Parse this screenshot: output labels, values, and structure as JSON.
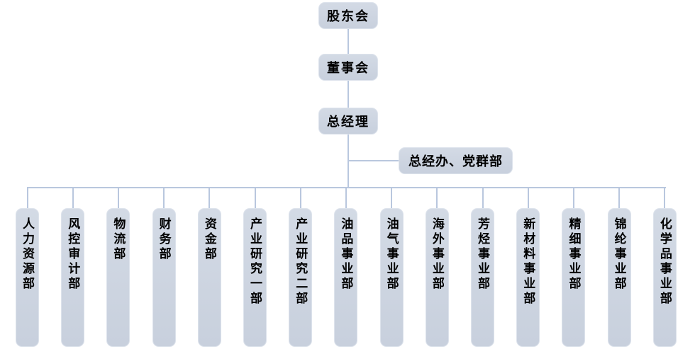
{
  "org": {
    "levels": [
      {
        "label": "股东会"
      },
      {
        "label": "董事会"
      },
      {
        "label": "总经理"
      }
    ],
    "staff_unit": {
      "label": "总经办、党群部"
    },
    "departments": [
      {
        "label": "人力资源部"
      },
      {
        "label": "风控审计部"
      },
      {
        "label": "物流部"
      },
      {
        "label": "财务部"
      },
      {
        "label": "资金部"
      },
      {
        "label": "产业研究一部"
      },
      {
        "label": "产业研究二部"
      },
      {
        "label": "油品事业部"
      },
      {
        "label": "油气事业部"
      },
      {
        "label": "海外事业部"
      },
      {
        "label": "芳烃事业部"
      },
      {
        "label": "新材料事业部"
      },
      {
        "label": "精细事业部"
      },
      {
        "label": "锦纶事业部"
      },
      {
        "label": "化学品事业部"
      }
    ]
  },
  "colors": {
    "background": "#ffffff",
    "box_fill_top": "#d3dae5",
    "box_fill_bottom": "#c8d0dd",
    "box_border": "#dde3ec",
    "connector_line": "#b9c7de",
    "text": "#000000"
  }
}
